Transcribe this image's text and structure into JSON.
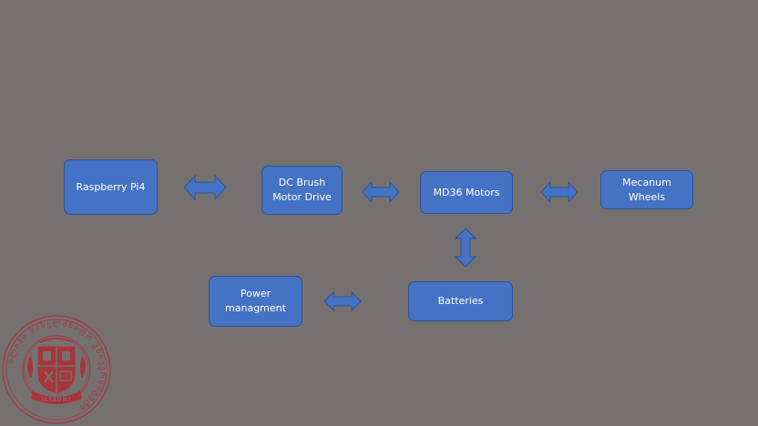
{
  "diagram": {
    "nodes": [
      {
        "id": "raspberry",
        "label": "Raspberry Pi4"
      },
      {
        "id": "dcdrive",
        "label": "DC Brush\nMotor Drive"
      },
      {
        "id": "md36",
        "label": "MD36 Motors"
      },
      {
        "id": "mecanum",
        "label": "Mecanum\nWheels"
      },
      {
        "id": "batteries",
        "label": "Batteries"
      },
      {
        "id": "power",
        "label": "Power\nmanagment"
      }
    ],
    "edges": [
      {
        "from": "raspberry",
        "to": "dcdrive",
        "direction": "bidirectional"
      },
      {
        "from": "dcdrive",
        "to": "md36",
        "direction": "bidirectional"
      },
      {
        "from": "md36",
        "to": "mecanum",
        "direction": "bidirectional"
      },
      {
        "from": "md36",
        "to": "batteries",
        "direction": "bidirectional"
      },
      {
        "from": "power",
        "to": "batteries",
        "direction": "bidirectional"
      }
    ]
  },
  "colors": {
    "background": "#767171",
    "node_fill": "#4472c4",
    "node_border": "#2f528f",
    "node_text": "#ffffff",
    "seal": "#b4282d"
  },
  "seal": {
    "inscription": "ილიას სახელმწიფო უნივერსიტეტი",
    "banner": "ILIAUNI"
  }
}
